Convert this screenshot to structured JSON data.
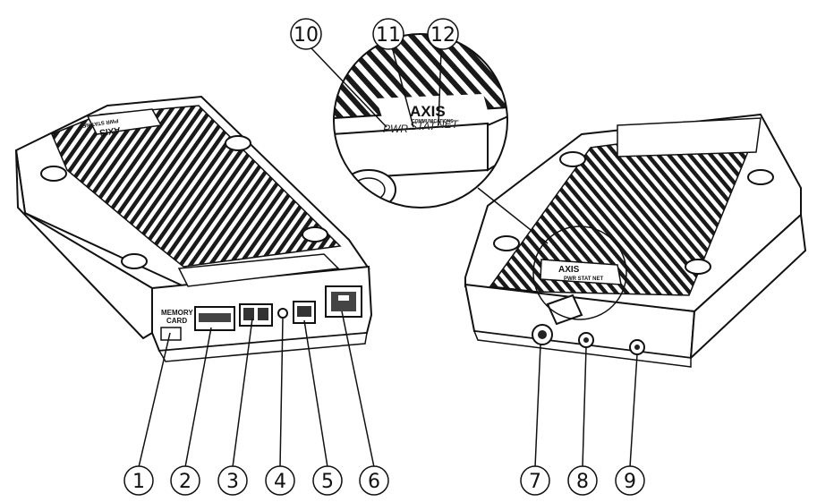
{
  "callouts": {
    "c1": "1",
    "c2": "2",
    "c3": "3",
    "c4": "4",
    "c5": "5",
    "c6": "6",
    "c7": "7",
    "c8": "8",
    "c9": "9",
    "c10": "10",
    "c11": "11",
    "c12": "12"
  },
  "left_device": {
    "memory_card_label_1": "MEMORY",
    "memory_card_label_2": "CARD",
    "brand": "AXIS",
    "led_row": "PWR  STAT  NET"
  },
  "right_device": {
    "brand": "AXIS",
    "led_row": "PWR  STAT  NET"
  },
  "zoom": {
    "brand": "AXIS",
    "brand_sub": "COMMUNICATIONS",
    "led_pwr": "PWR",
    "led_stat": "STAT",
    "led_net": "NET"
  }
}
